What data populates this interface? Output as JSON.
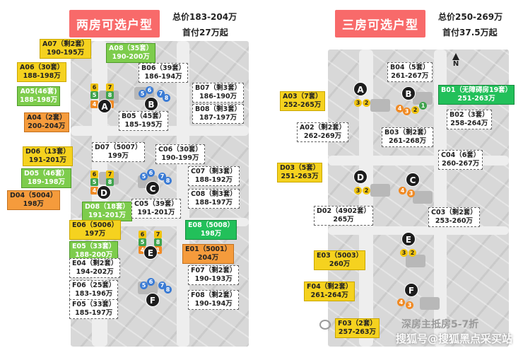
{
  "left": {
    "title": "两房可选户型",
    "price": "总价183-204万",
    "down_payment": "首付27万起",
    "callouts": {
      "A07": "A07（剩2套）\n190-195万",
      "A08": "A08（35套）\n190-200万",
      "A06": "A06（30套）\n188-198万",
      "B06": "B06（39套）\n186-194万",
      "A05": "A05(46套)\n188-198万",
      "B07": "B07（剩3套）\n186-190万",
      "B08": "B08（剩3套）\n187-197万",
      "B05": "B05（45套）\n185-195万",
      "A04": "A04（2套）\n200-204万",
      "D07": "D07（5007）\n199万",
      "D06": "D06（13套）\n191-201万",
      "C06": "C06（30套）\n190-199万",
      "D05": "D05（46套）\n189-198万",
      "C07": "C07（剩3套）\n188-192万",
      "D04": "D04（5004）\n198万",
      "C08": "C08（剩3套）\n188-197万",
      "D08": "D08（18套）\n191-201万",
      "C05": "C05（39套）\n191-201万",
      "E06": "E06（5006）\n197万",
      "E08": "E08（5008）\n198万",
      "E05": "E05（33套）\n188-200万",
      "E01": "E01（5001）\n204万",
      "E04": "E04（剩2套）\n194-202万",
      "F07": "F07（剩2套）\n190-193万",
      "F06": "F06（25套）\n183-196万",
      "F08": "F08（剩2套）\n190-194万",
      "F05": "F05（33套）\n185-197万"
    },
    "letters": [
      "A",
      "B",
      "C",
      "D",
      "E",
      "F"
    ]
  },
  "right": {
    "title": "三房可选户型",
    "price": "总价250-269万",
    "down_payment": "首付37.5万起",
    "callouts": {
      "B04": "B04（5套）\n261-267万",
      "A03": "A03（7套）\n252-265万",
      "B01": "B01（无障碍房19套）\n251-263万",
      "A02": "A02（剩2套）\n262-269万",
      "B02": "B02（3套）\n258-264万",
      "B03": "B03（剩2套）\n261-268万",
      "C04": "C04（6套）\n260-267万",
      "D03": "D03（5套）\n251-263万",
      "D02": "D02（4902套）\n265万",
      "C03": "C03（剩2套）\n253-260万",
      "E03": "E03（5003）\n260万",
      "F04": "F04（剩2套）\n261-264万",
      "F03": "F03（2套）\n257-263万"
    },
    "letters": [
      "A",
      "B",
      "C",
      "D",
      "E",
      "F"
    ],
    "compass": "N"
  },
  "footer": {
    "tip_text": "深房主抵房5-7折",
    "watermark": "搜狐号@搜狐黑点采买站"
  },
  "colors": {
    "title_bg": "#f86a6a",
    "yellow": "#f5d21f",
    "green": "#7dcc4c",
    "orange": "#f59b3c",
    "bright_green": "#22c05a",
    "blue_unit": "#3a7bd5"
  }
}
